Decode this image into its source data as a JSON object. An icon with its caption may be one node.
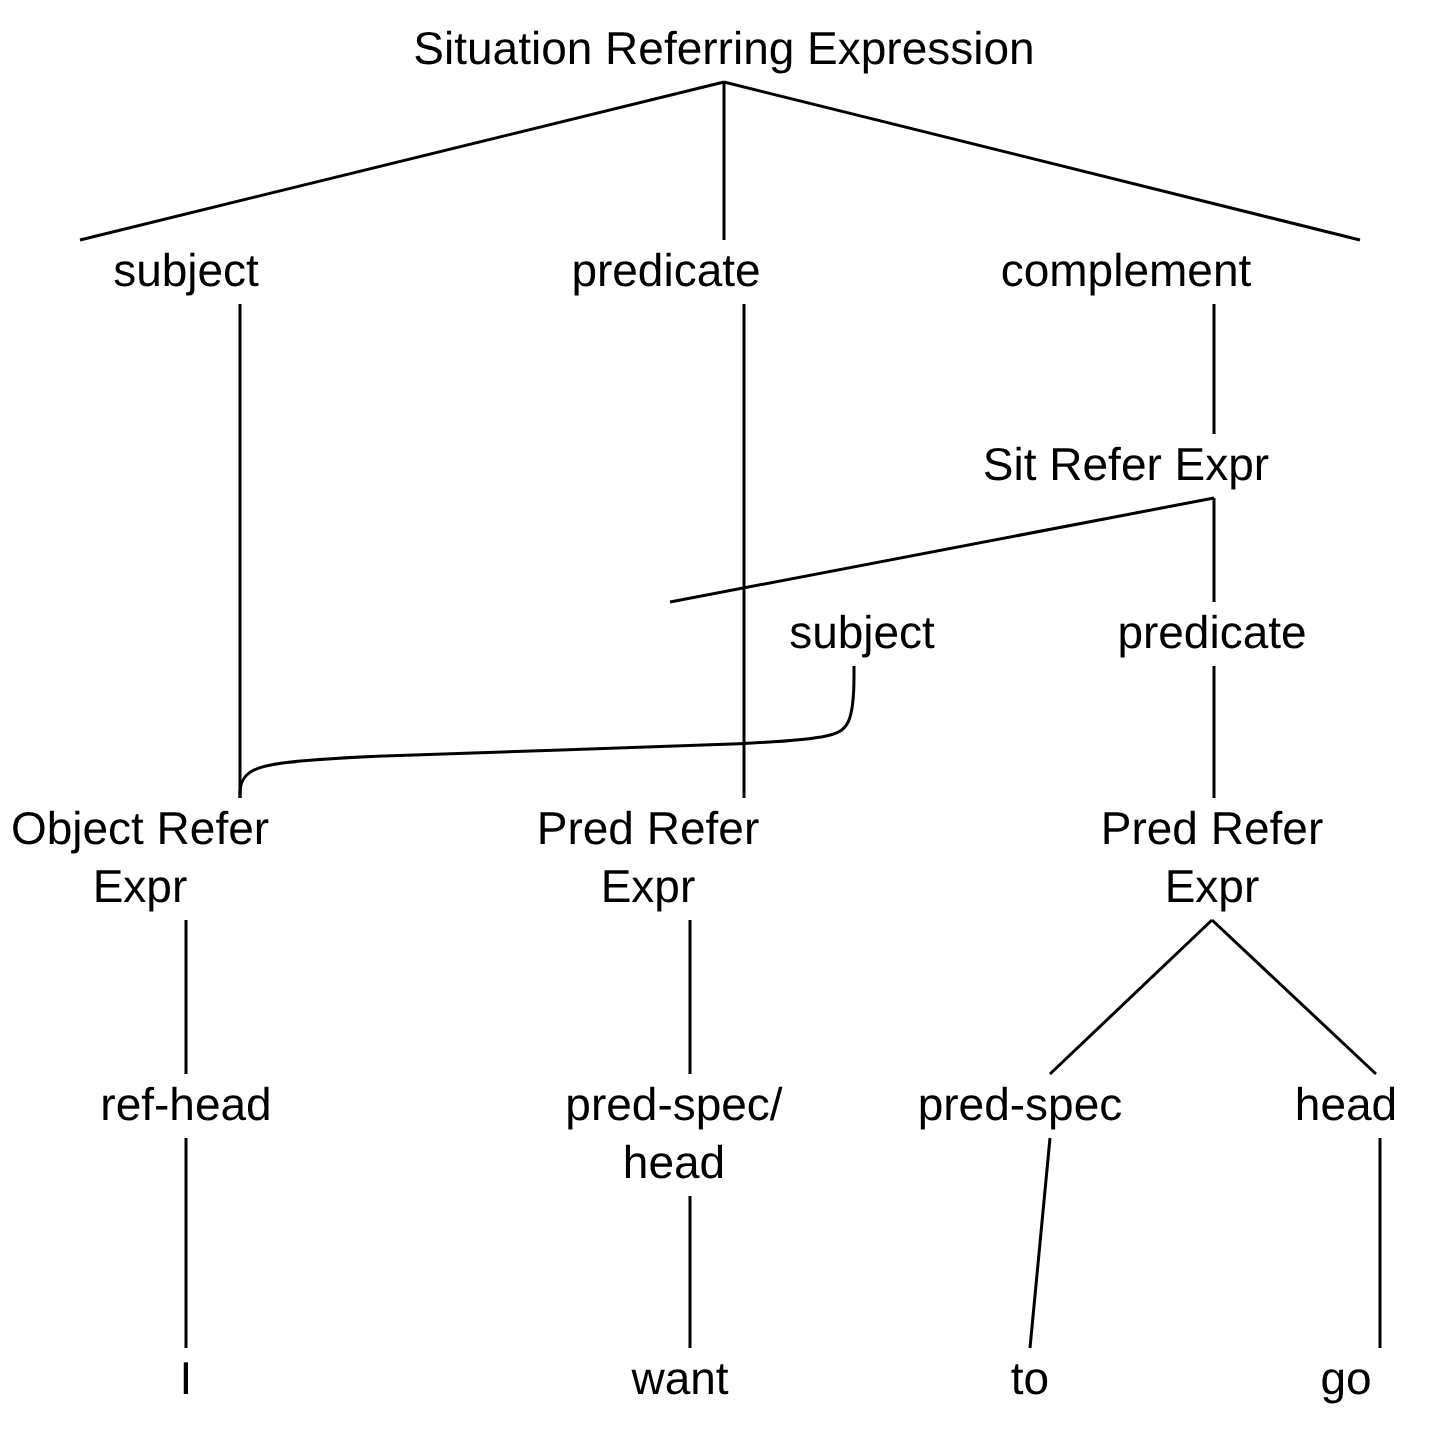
{
  "diagram": {
    "nodes": [
      {
        "text": [
          "Situation Referring Expression"
        ]
      },
      {
        "text": [
          "subject"
        ]
      },
      {
        "text": [
          "predicate"
        ]
      },
      {
        "text": [
          "complement"
        ]
      },
      {
        "text": [
          "Sit Refer Expr"
        ]
      },
      {
        "text": [
          "subject"
        ]
      },
      {
        "text": [
          "predicate"
        ]
      },
      {
        "text": [
          "Object Refer Expr"
        ]
      },
      {
        "text": [
          "Pred Refer Expr"
        ]
      },
      {
        "text": [
          "Pred Refer Expr"
        ]
      },
      {
        "text": [
          "ref-head"
        ]
      },
      {
        "text": [
          "pred-spec/ head"
        ]
      },
      {
        "text": [
          "pred-spec"
        ]
      },
      {
        "text": [
          "head"
        ]
      },
      {
        "text": [
          "I"
        ]
      },
      {
        "text": [
          "want"
        ]
      },
      {
        "text": [
          "to"
        ]
      },
      {
        "text": [
          "go"
        ]
      }
    ],
    "edges": [
      {
        "from": 0,
        "to": 1,
        "arrow": "none"
      },
      {
        "from": 0,
        "to": 2,
        "arrow": "none"
      },
      {
        "from": 0,
        "to": 3,
        "arrow": "none"
      },
      {
        "from": 3,
        "to": 4,
        "arrow": "none"
      },
      {
        "from": 4,
        "to": 5,
        "arrow": "none"
      },
      {
        "from": 4,
        "to": 6,
        "arrow": "none"
      },
      {
        "from": 1,
        "to": 7,
        "arrow": "none"
      },
      {
        "from": 2,
        "to": 8,
        "arrow": "none"
      },
      {
        "from": 5,
        "to": 7,
        "arrow": "none"
      },
      {
        "from": 6,
        "to": 9,
        "arrow": "none"
      },
      {
        "from": 7,
        "to": 10,
        "arrow": "none"
      },
      {
        "from": 8,
        "to": 11,
        "arrow": "none"
      },
      {
        "from": 9,
        "to": 12,
        "arrow": "none"
      },
      {
        "from": 9,
        "to": 13,
        "arrow": "none"
      },
      {
        "from": 10,
        "to": 14,
        "arrow": "none"
      },
      {
        "from": 11,
        "to": 15,
        "arrow": "none"
      },
      {
        "from": 12,
        "to": 16,
        "arrow": "none"
      },
      {
        "from": 13,
        "to": 17,
        "arrow": "none"
      }
    ]
  }
}
